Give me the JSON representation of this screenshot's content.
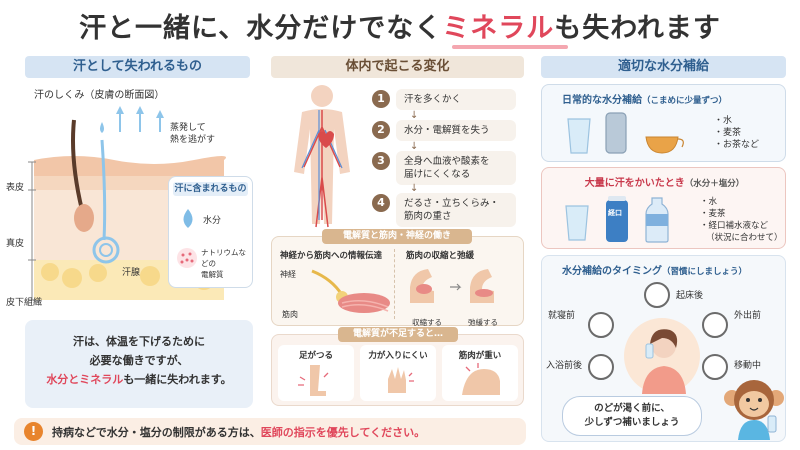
{
  "title": {
    "part1": "汗と一緒に、水分だけでなく",
    "highlight": "ミネラル",
    "part2": "も失われます"
  },
  "left": {
    "header": "汗として失われるもの",
    "skin_title": "汗のしくみ（皮膚の断面図）",
    "evaporate_label": "蒸発して\n熱を逃がす",
    "layer_epidermis": "表皮",
    "layer_dermis": "真皮",
    "layer_subcutis": "皮下組織",
    "gland_label": "汗腺",
    "sweat_box_title": "汗に含まれるもの",
    "water_label": "水分",
    "electrolyte_label": "ナトリウムなどの\n電解質",
    "note_line1": "汗は、体温を下げるために",
    "note_line2": "必要な働きですが、",
    "note_highlight": "水分とミネラル",
    "note_line3": "も一緒に失われます。"
  },
  "middle": {
    "header": "体内で起こる変化",
    "steps": [
      {
        "num": "1",
        "text": "汗を多くかく"
      },
      {
        "num": "2",
        "text": "水分・電解質を失う"
      },
      {
        "num": "3",
        "text": "全身へ血液や酸素を\n届けにくくなる"
      },
      {
        "num": "4",
        "text": "だるさ・立ちくらみ・\n筋肉の重さ"
      }
    ],
    "nerve_box_title": "電解質と筋肉・神経の働き",
    "nerve_signal_title": "神経から筋肉への情報伝達",
    "nerve_label": "神経",
    "muscle_label": "筋肉",
    "contraction_title": "筋肉の収縮と弛緩",
    "contract_label": "収縮する",
    "relax_label": "弛緩する",
    "lack_title": "電解質が不足すると…",
    "symptoms": [
      "足がつる",
      "力が入りにくい",
      "筋肉が重い"
    ]
  },
  "right": {
    "header": "適切な水分補給",
    "daily_title": "日常的な水分補給",
    "daily_sub": "（こまめに少量ずつ）",
    "daily_items": [
      "水",
      "麦茶",
      "お茶など"
    ],
    "heavy_title": "大量に汗をかいたとき",
    "heavy_sub": "（水分＋塩分）",
    "heavy_items": [
      "水",
      "麦茶",
      "経口補水液など"
    ],
    "heavy_note": "（状況に合わせて）",
    "bottle_label": "経口",
    "timing_title": "水分補給のタイミング",
    "timing_sub": "（習慣にしましょう）",
    "timings": {
      "wake": "起床後",
      "before_sleep": "就寝前",
      "going_out": "外出前",
      "before_bath": "入浴前後",
      "moving": "移動中"
    },
    "bubble_line1": "のどが渇く前に、",
    "bubble_line2": "少しずつ補いましょう"
  },
  "footer": {
    "icon": "!",
    "text": "持病などで水分・塩分の制限がある方は、",
    "highlight": "医師の指示を優先してください。"
  }
}
